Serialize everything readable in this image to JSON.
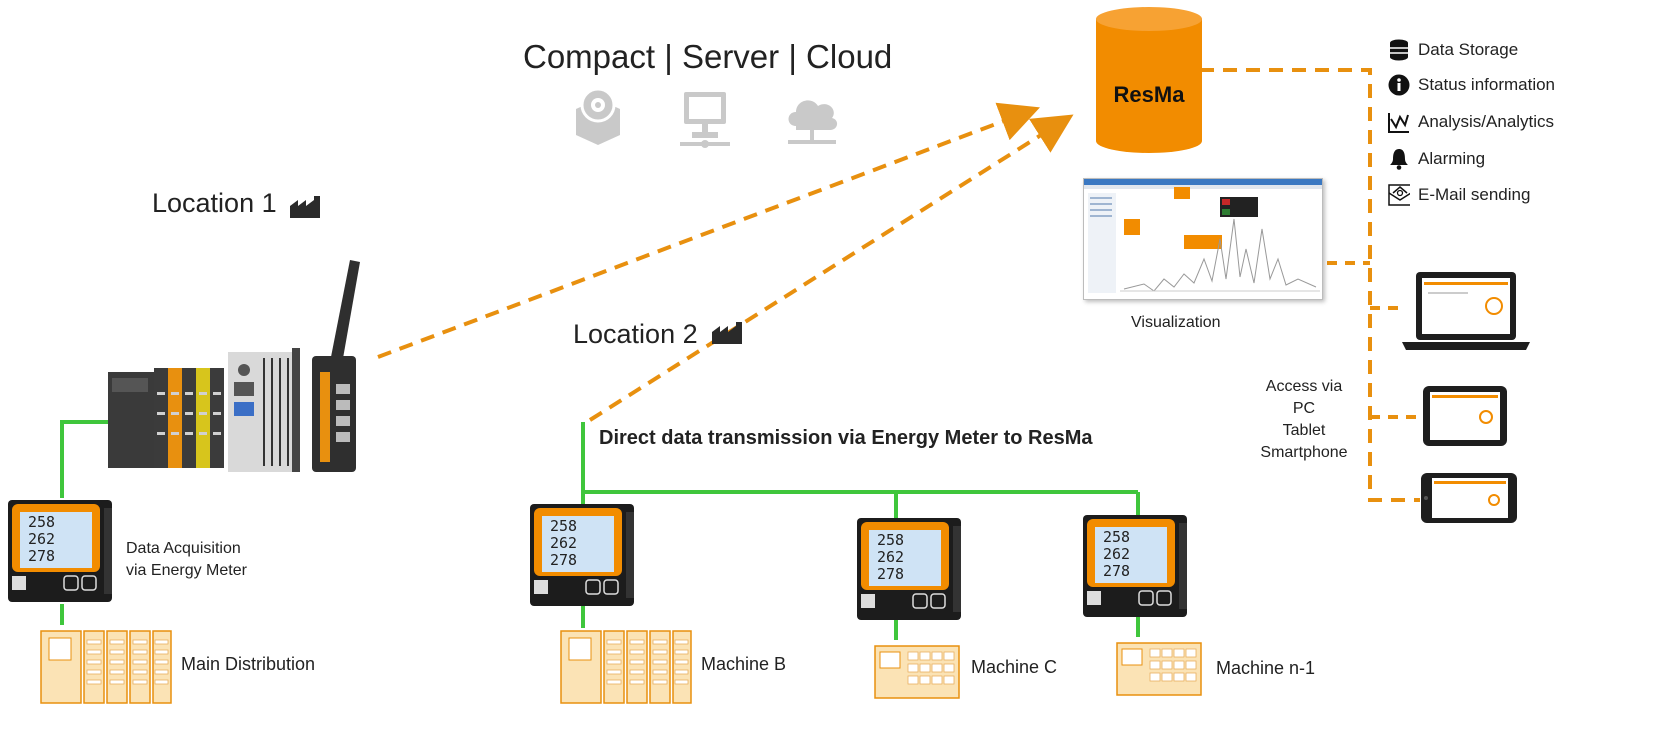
{
  "header": {
    "title": "Compact | Server | Cloud"
  },
  "deploy_icons": [
    {
      "name": "compact-device-icon"
    },
    {
      "name": "server-icon"
    },
    {
      "name": "cloud-icon"
    }
  ],
  "locations": {
    "loc1": "Location 1",
    "loc2": "Location 2"
  },
  "resma": {
    "label": "ResMa"
  },
  "visualization": {
    "label": "Visualization"
  },
  "features": [
    {
      "icon": "database-icon",
      "label": "Data Storage"
    },
    {
      "icon": "info-icon",
      "label": "Status information"
    },
    {
      "icon": "analytics-icon",
      "label": "Analysis/Analytics"
    },
    {
      "icon": "bell-icon",
      "label": "Alarming"
    },
    {
      "icon": "email-icon",
      "label": "E-Mail sending"
    }
  ],
  "access": {
    "line1": "Access via",
    "line2": "PC",
    "line3": "Tablet",
    "line4": "Smartphone"
  },
  "acquisition": {
    "line1": "Data Acquisition",
    "line2": "via Energy Meter"
  },
  "direct_transmission": "Direct data transmission via Energy Meter to ResMa",
  "meter_display": [
    "258",
    "262",
    "278"
  ],
  "machines": {
    "main": "Main Distribution",
    "b": "Machine B",
    "c": "Machine C",
    "n1": "Machine n-1"
  },
  "colors": {
    "orange": "#e8900f",
    "green": "#3fc63c",
    "grey_icon": "#c9c9c9"
  }
}
